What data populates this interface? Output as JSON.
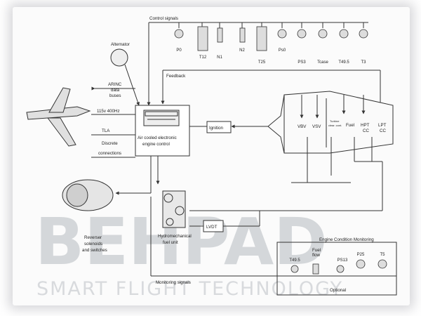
{
  "diagram": {
    "labels": {
      "control_signals": "Control signals",
      "alternator": "Alternator",
      "arinc_1": "ARINC",
      "arinc_2": "data",
      "arinc_3": "buses",
      "power": "115v 400Hz",
      "tla": "TLA",
      "discrete_1": "Discrete",
      "discrete_2": "connections",
      "feedback": "Feedback",
      "eec_1": "Air cooled electronic",
      "eec_2": "engine control",
      "ignition": "Ignition",
      "vbv": "VBV",
      "vsv": "VSV",
      "tcc": "Turbine",
      "tcc2": "clear. cont.",
      "fuel": "Fuel",
      "hptcc_1": "HPT",
      "hptcc_2": "CC",
      "lptcc_1": "LPT",
      "lptcc_2": "CC",
      "reverser_1": "Reverser",
      "reverser_2": "solenoids",
      "reverser_3": "and switches",
      "hmu_1": "Hydromechanical",
      "hmu_2": "fuel unit",
      "lvdt": "LVDT",
      "ecm_title": "Engine Condition Monitoring",
      "fuel_flow_1": "Fuel",
      "fuel_flow_2": "flow",
      "ecm_optional": "Optional",
      "monitoring": "Monitoring signals"
    },
    "sensors_top": [
      "P0",
      "T12",
      "N1",
      "N2",
      "T25",
      "Ps0",
      "PS3",
      "Tcase",
      "T49.5",
      "T3"
    ],
    "sensors_ecm": [
      "T49.5",
      "PS13",
      "P25",
      "T5"
    ]
  },
  "watermark": {
    "main": "BEHPAD",
    "sub": "SMART FLIGHT TECHNOLOGY"
  }
}
